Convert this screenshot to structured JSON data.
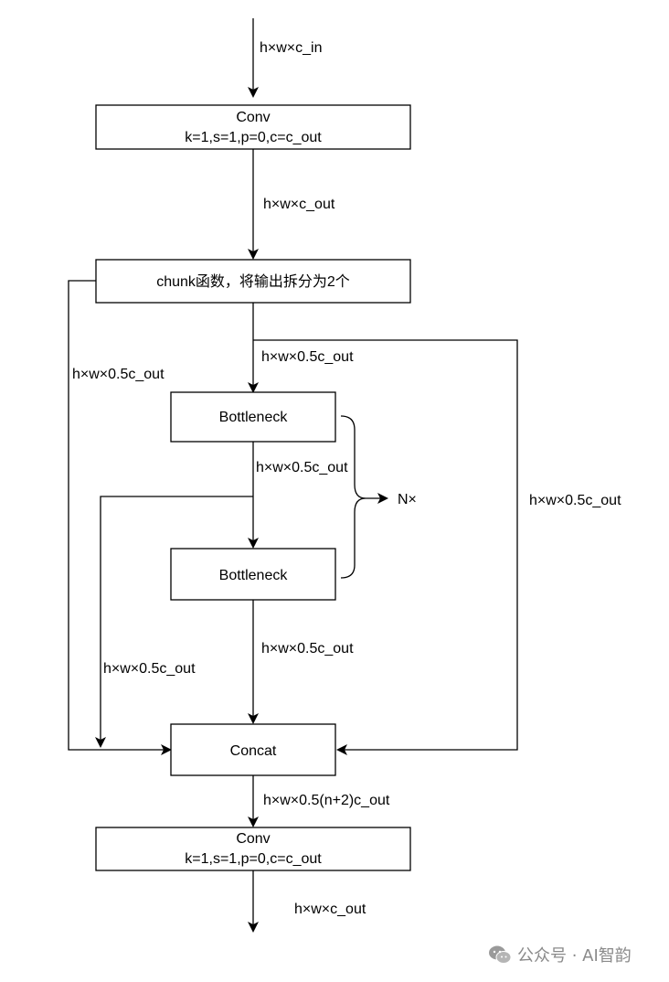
{
  "nodes": {
    "conv_top": {
      "line1": "Conv",
      "line2": "k=1,s=1,p=0,c=c_out"
    },
    "chunk": {
      "label": "chunk函数，将输出拆分为2个"
    },
    "bottleneck_1": {
      "label": "Bottleneck"
    },
    "bottleneck_2": {
      "label": "Bottleneck"
    },
    "concat": {
      "label": "Concat"
    },
    "conv_bottom": {
      "line1": "Conv",
      "line2": "k=1,s=1,p=0,c=c_out"
    }
  },
  "edges": {
    "input": "h×w×c_in",
    "conv_to_chunk": "h×w×c_out",
    "chunk_to_bottleneck": "h×w×0.5c_out",
    "chunk_left_branch": "h×w×0.5c_out",
    "chunk_right_branch": "h×w×0.5c_out",
    "bottleneck_between": "h×w×0.5c_out",
    "bottleneck_tap": "h×w×0.5c_out",
    "bottleneck_to_concat": "h×w×0.5c_out",
    "concat_to_conv": "h×w×0.5(n+2)c_out",
    "output": "h×w×c_out"
  },
  "repeat_brace": {
    "label": "N×"
  },
  "watermark": {
    "text": "公众号 · AI智韵"
  }
}
